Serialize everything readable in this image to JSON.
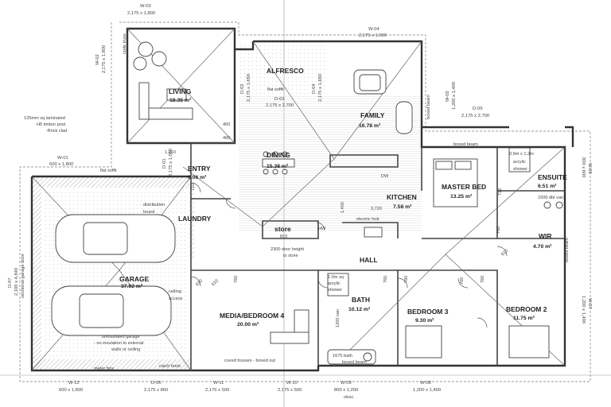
{
  "rooms": {
    "living": {
      "name": "LIVING",
      "area": "18.35 m²"
    },
    "alfresco": {
      "name": "ALFRESCO"
    },
    "family": {
      "name": "FAMILY",
      "area": "16.78 m²"
    },
    "dining": {
      "name": "DINING",
      "area": "15.38 m²"
    },
    "entry": {
      "name": "ENTRY",
      "area": "6.06 m²"
    },
    "laundry": {
      "name": "LAUNDRY"
    },
    "kitchen": {
      "name": "KITCHEN",
      "area": "7.58 m²"
    },
    "master_bed": {
      "name": "MASTER BED",
      "area": "13.25 m²"
    },
    "ensuite": {
      "name": "ENSUITE",
      "area": "6.51 m²"
    },
    "wir": {
      "name": "WIR",
      "area": "4.70 m²"
    },
    "store": {
      "name": "store"
    },
    "hall": {
      "name": "HALL"
    },
    "garage": {
      "name": "GARAGE",
      "area": "37.02 m²"
    },
    "media": {
      "name": "MEDIA/BEDROOM 4",
      "area": "20.00 m²"
    },
    "bath": {
      "name": "BATH",
      "area": "10.12 m²"
    },
    "bed3": {
      "name": "BEDROOM 3",
      "area": "9.30 m²"
    },
    "bed2": {
      "name": "BEDROOM 2",
      "area": "11.75 m²"
    }
  },
  "windows": {
    "w03": {
      "id": "W-03",
      "size": "2,175 x 1,800"
    },
    "w04": {
      "id": "W-04",
      "size": "2,175 x 1,600"
    },
    "w02": {
      "id": "W-02",
      "size": "2,175 x 1,800"
    },
    "w01": {
      "id": "W-01",
      "size": "600 x 1,800"
    },
    "w05": {
      "id": "W-05",
      "size": "1,200 x 1,400"
    },
    "d05": {
      "id": "D-05",
      "size": "2,175 x 2,700"
    },
    "w06": {
      "id": "W-06",
      "size": "800 x 600"
    },
    "d07": {
      "id": "D-07",
      "size": "2,100 x 4,840"
    },
    "w07": {
      "id": "W-07",
      "size": "1,200 x 1,400"
    },
    "w12": {
      "id": "W-12",
      "size": "600 x 1,800"
    },
    "d06": {
      "id": "D-06",
      "size": "2,175 x 860"
    },
    "w11": {
      "id": "W-11",
      "size": "2,175 x 500"
    },
    "w10": {
      "id": "W-10",
      "size": "2,175 x 500"
    },
    "w09": {
      "id": "W-09",
      "size": "800 x 1,200",
      "note": "obsc."
    },
    "w08": {
      "id": "W-08",
      "size": "1,200 x 1,400"
    },
    "d02": {
      "id": "D-02",
      "size": "2,175 x 1,650"
    },
    "d03": {
      "id": "D-03",
      "size": "2,175 x 2,700"
    },
    "d04": {
      "id": "D-04",
      "size": "2,175 x 1,650"
    },
    "d01": {
      "id": "D-01",
      "size": "2,175 x 1,060"
    }
  },
  "notes": {
    "post1": "125mm sq laminated",
    "post2": "H5 timber post",
    "post3": "-Brick clad",
    "flat_soffit": "flat soffit",
    "flat_soffit2": "flat soffit",
    "boxed_beam": "boxed beam",
    "boxed_beam_top": "boxed beam",
    "boxed_beam_wir": "boxed beam",
    "boxed_beam_bath": "boxed beam",
    "distribution_board1": "distribution",
    "distribution_board2": "board",
    "electric_hob": "electric hob",
    "dw": "DW",
    "hw": "HW",
    "door_height1": "2300 door height",
    "door_height2": "to store",
    "shower1": "1.0m sq",
    "shower2": "acrylic",
    "shower3": "shower",
    "ens_shower1": "0.9m x 1.2m",
    "ens_shower2": "acrylic",
    "ens_shower3": "shower",
    "ens_vanity": "1500 dbl van",
    "bath_vanity": "1200 van",
    "bath_tub": "1675 bath",
    "ceiling_access1": "ceiling",
    "ceiling_access2": "access",
    "uninsulated1": "uninsulated garage",
    "uninsulated2": "- no insulation to external",
    "uninsulated3": "walls or ceiling",
    "meter_box": "meter box",
    "catch_hook": "catch hook",
    "coved_trusses": "coved trusses - boxed out",
    "sectional_door": "sectional garage door",
    "code_truss": "code truss",
    "dim_1210": "1,210",
    "dim_460a": "460",
    "dim_460b": "460",
    "dim_1400": "1,400",
    "dim_3720": "3,720",
    "dim_810": "810",
    "dim_710a": "710",
    "dim_710b": "710",
    "dim_760a": "760",
    "dim_760b": "760",
    "dim_760c": "760",
    "dim_760d": "760",
    "dim_760e": "760",
    "dim_760f": "760",
    "dim_610a": "610",
    "dim_610b": "610",
    "dim_610c": "610"
  }
}
